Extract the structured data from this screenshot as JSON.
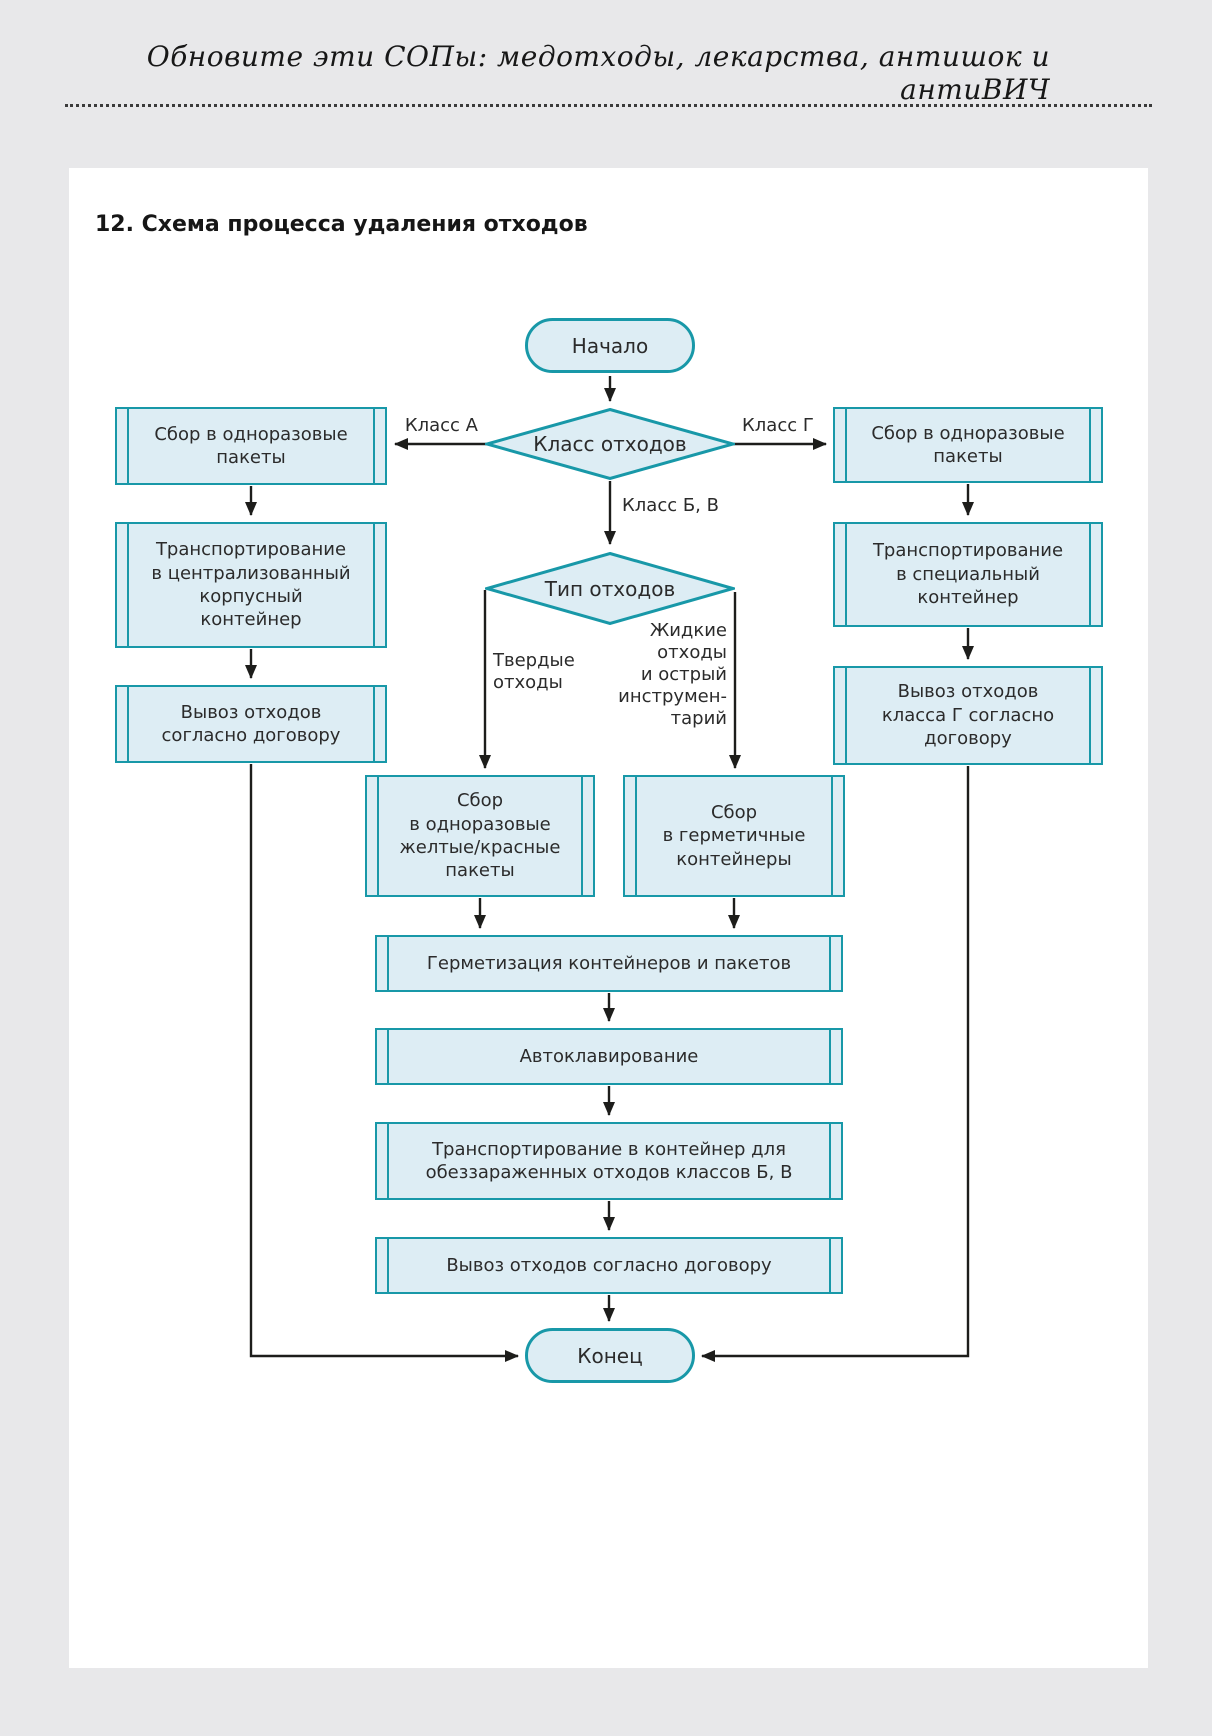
{
  "page": {
    "slogan": "Обновите эти СОПы: медотходы, лекарства, антишок и антиВИЧ",
    "section_title": "12. Схема процесса удаления отходов"
  },
  "colors": {
    "teal": "#1898a8",
    "node_fill": "#ddedf4",
    "arrow": "#1d1d1b",
    "page_bg": "#e8e8ea",
    "card_bg": "#ffffff"
  },
  "flowchart": {
    "start": "Начало",
    "end": "Конец",
    "decisions": {
      "waste_class": "Класс отходов",
      "waste_type": "Тип отходов"
    },
    "branch_labels": {
      "class_a": "Класс А",
      "class_g": "Класс Г",
      "class_bv": "Класс Б, В",
      "solid": "Твердые\nотходы",
      "liquid": "Жидкие\nотходы\nи острый\nинструмен-\nтарий"
    },
    "nodes": {
      "left1": "Сбор в одноразовые\nпакеты",
      "left2": "Транспортирование\nв централизованный\nкорпусный\nконтейнер",
      "left3": "Вывоз отходов\nсогласно договору",
      "right1": "Сбор в одноразовые\nпакеты",
      "right2": "Транспортирование\nв специальный\nконтейнер",
      "right3": "Вывоз отходов\nкласса Г согласно\nдоговору",
      "mid_solid": "Сбор\nв одноразовые\nжелтые/красные\nпакеты",
      "mid_liquid": "Сбор\nв герметичные\nконтейнеры",
      "seal": "Герметизация контейнеров и пакетов",
      "autoclave": "Автоклавирование",
      "transport_bv": "Транспортирование в контейнер для\nобеззараженных отходов классов Б, В",
      "removal_bv": "Вывоз отходов согласно договору"
    }
  }
}
